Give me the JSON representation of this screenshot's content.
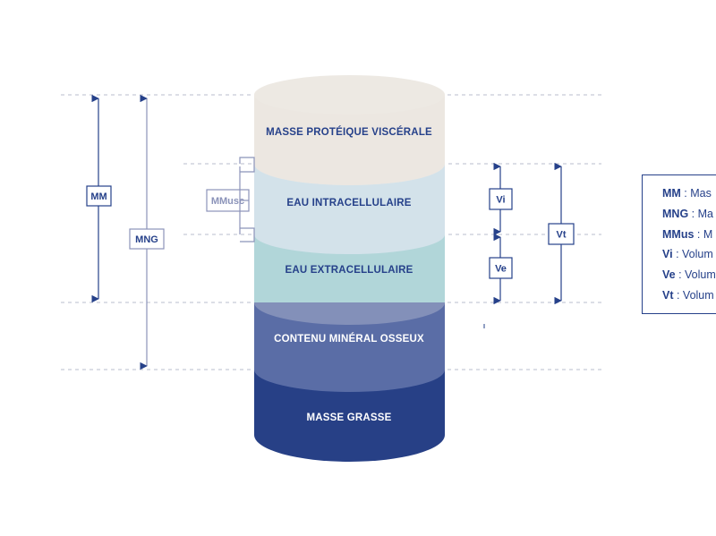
{
  "layers": {
    "proteique": "MASSE PROTÉIQUE VISCÉRALE",
    "intracell": "EAU INTRACELLULAIRE",
    "extracell": "EAU EXTRACELLULAIRE",
    "mineral": "CONTENU MINÉRAL OSSEUX",
    "grasse": "MASSE GRASSE"
  },
  "brackets": {
    "mm": "MM",
    "mng": "MNG",
    "mmusc": "MMusc",
    "vi": "Vi",
    "ve": "Ve",
    "vt": "Vt"
  },
  "legend": [
    {
      "abbr": "MM",
      "sep": " : ",
      "text": "Mas"
    },
    {
      "abbr": "MNG",
      "sep": " : ",
      "text": "Ma"
    },
    {
      "abbr": "MMus",
      "sep": " : ",
      "text": "M"
    },
    {
      "abbr": "Vi",
      "sep": " : ",
      "text": "Volum"
    },
    {
      "abbr": "Ve",
      "sep": " : ",
      "text": "Volum"
    },
    {
      "abbr": "Vt",
      "sep": " : ",
      "text": "Volum"
    }
  ],
  "colors": {
    "navy": "#26418a",
    "proteique": "#ece7e1",
    "intracell": "#d3e2ea",
    "extracell": "#b1d6d9",
    "mineral": "#6b7bae",
    "grasse": "#274086"
  }
}
